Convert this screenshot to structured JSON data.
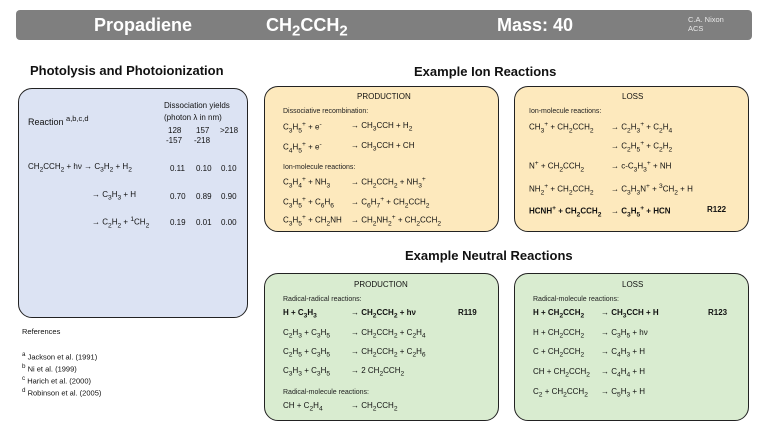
{
  "header": {
    "name": "Propadiene",
    "formula_html": "CH<sub>2</sub>CCH<sub>2</sub>",
    "mass": "Mass: 40",
    "credit_line1": "C.A. Nixon",
    "credit_line2": "ACS"
  },
  "photolysis": {
    "title": "Photolysis and Photoionization",
    "reaction_label_html": "Reaction <sup>a,b,c,d</sup>",
    "yields_title": "Dissociation yields",
    "yields_units_html": "(photon λ in nm)",
    "col_heads": [
      "128",
      "157",
      ">218"
    ],
    "col_heads2": [
      "-157",
      "-218"
    ],
    "rows": [
      {
        "reaction_html": "CH<sub>2</sub>CCH<sub>2</sub> + hν → C<sub>3</sub>H<sub>2</sub> + H<sub>2</sub>",
        "v1": "0.11",
        "v2": "0.10",
        "v3": "0.10"
      },
      {
        "reaction_html": "→ C<sub>3</sub>H<sub>3</sub> + H",
        "v1": "0.70",
        "v2": "0.89",
        "v3": "0.90"
      },
      {
        "reaction_html": "→ C<sub>2</sub>H<sub>2</sub> + <sup>1</sup>CH<sub>2</sub>",
        "v1": "0.19",
        "v2": "0.01",
        "v3": "0.00"
      }
    ]
  },
  "references": {
    "title": "References",
    "items_html": [
      "<sup>a</sup> Jackson et al. (1991)",
      "<sup>b</sup> Ni et al. (1999)",
      "<sup>c</sup> Harich et al. (2000)",
      "<sup>d</sup> Robinson et al. (2005)"
    ]
  },
  "ion": {
    "title": "Example Ion Reactions",
    "production": {
      "title": "PRODUCTION",
      "sub1": "Dissociative recombination:",
      "r1_l": "C<sub>3</sub>H<sub>5</sub><sup>+</sup> + e<sup>-</sup>",
      "r1_r": "→ CH<sub>3</sub>CCH + H<sub>2</sub>",
      "r2_l": "C<sub>4</sub>H<sub>5</sub><sup>+</sup> + e<sup>-</sup>",
      "r2_r": "→ CH<sub>3</sub>CCH + CH",
      "sub2": "Ion-molecule reactions:",
      "r3_l": "C<sub>3</sub>H<sub>4</sub><sup>+</sup> + NH<sub>3</sub>",
      "r3_r": "→ CH<sub>2</sub>CCH<sub>2</sub> + NH<sub>3</sub><sup>+</sup>",
      "r4_l": "C<sub>3</sub>H<sub>5</sub><sup>+</sup> + C<sub>6</sub>H<sub>6</sub>",
      "r4_r": "→ C<sub>6</sub>H<sub>7</sub><sup>+</sup> + CH<sub>2</sub>CCH<sub>2</sub>",
      "r5_l": "C<sub>3</sub>H<sub>5</sub><sup>+</sup> + CH<sub>2</sub>NH",
      "r5_r": "→ CH<sub>2</sub>NH<sub>2</sub><sup>+</sup> + CH<sub>2</sub>CCH<sub>2</sub>"
    },
    "loss": {
      "title": "LOSS",
      "sub1": "Ion-molecule reactions:",
      "r1_l": "CH<sub>3</sub><sup>+</sup> + CH<sub>2</sub>CCH<sub>2</sub>",
      "r1_r": "→ C<sub>2</sub>H<sub>3</sub><sup>+</sup> + C<sub>2</sub>H<sub>4</sub>",
      "r2_r": "→ C<sub>2</sub>H<sub>5</sub><sup>+</sup> + C<sub>2</sub>H<sub>2</sub>",
      "r3_l": "N<sup>+</sup> + CH<sub>2</sub>CCH<sub>2</sub>",
      "r3_r": "→ c-C<sub>3</sub>H<sub>3</sub><sup>+</sup> + NH",
      "r4_l": "NH<sub>2</sub><sup>+</sup> + CH<sub>2</sub>CCH<sub>2</sub>",
      "r4_r": "→ C<sub>3</sub>H<sub>3</sub>N<sup>+</sup> + <sup>3</sup>CH<sub>2</sub> + H",
      "r5_l": "HCNH<sup>+</sup> + CH<sub>2</sub>CCH<sub>2</sub>",
      "r5_r": "→ C<sub>3</sub>H<sub>5</sub><sup>+</sup> + HCN",
      "r5_code": "R122"
    }
  },
  "neutral": {
    "title": "Example Neutral Reactions",
    "production": {
      "title": "PRODUCTION",
      "sub1": "Radical-radical reactions:",
      "r1_l": "H + C<sub>3</sub>H<sub>3</sub>",
      "r1_r": "→ CH<sub>2</sub>CCH<sub>2</sub> + hν",
      "r1_code": "R119",
      "r2_l": "C<sub>2</sub>H<sub>3</sub> + C<sub>3</sub>H<sub>5</sub>",
      "r2_r": "→ CH<sub>2</sub>CCH<sub>2</sub> + C<sub>2</sub>H<sub>4</sub>",
      "r3_l": "C<sub>2</sub>H<sub>5</sub> + C<sub>3</sub>H<sub>5</sub>",
      "r3_r": "→ CH<sub>2</sub>CCH<sub>2</sub> + C<sub>2</sub>H<sub>6</sub>",
      "r4_l": "C<sub>3</sub>H<sub>3</sub> + C<sub>3</sub>H<sub>5</sub>",
      "r4_r": "→ 2 CH<sub>2</sub>CCH<sub>2</sub>",
      "sub2": "Radical-molecule reactions:",
      "r5_l": "CH + C<sub>2</sub>H<sub>4</sub>",
      "r5_r": "→ CH<sub>2</sub>CCH<sub>2</sub>"
    },
    "loss": {
      "title": "LOSS",
      "sub1": "Radical-molecule reactions:",
      "r1_l": "H + CH<sub>2</sub>CCH<sub>2</sub>",
      "r1_r": "→ CH<sub>3</sub>CCH + H",
      "r1_code": "R123",
      "r2_l": "H + CH<sub>2</sub>CCH<sub>2</sub>",
      "r2_r": "→ C<sub>3</sub>H<sub>5</sub> + hν",
      "r3_l": "C + CH<sub>2</sub>CCH<sub>2</sub>",
      "r3_r": "→ C<sub>4</sub>H<sub>3</sub> + H",
      "r4_l": "CH + CH<sub>2</sub>CCH<sub>2</sub>",
      "r4_r": "→ C<sub>4</sub>H<sub>4</sub> + H",
      "r5_l": "C<sub>2</sub> + CH<sub>2</sub>CCH<sub>2</sub>",
      "r5_r": "→ C<sub>5</sub>H<sub>3</sub> + H"
    }
  }
}
